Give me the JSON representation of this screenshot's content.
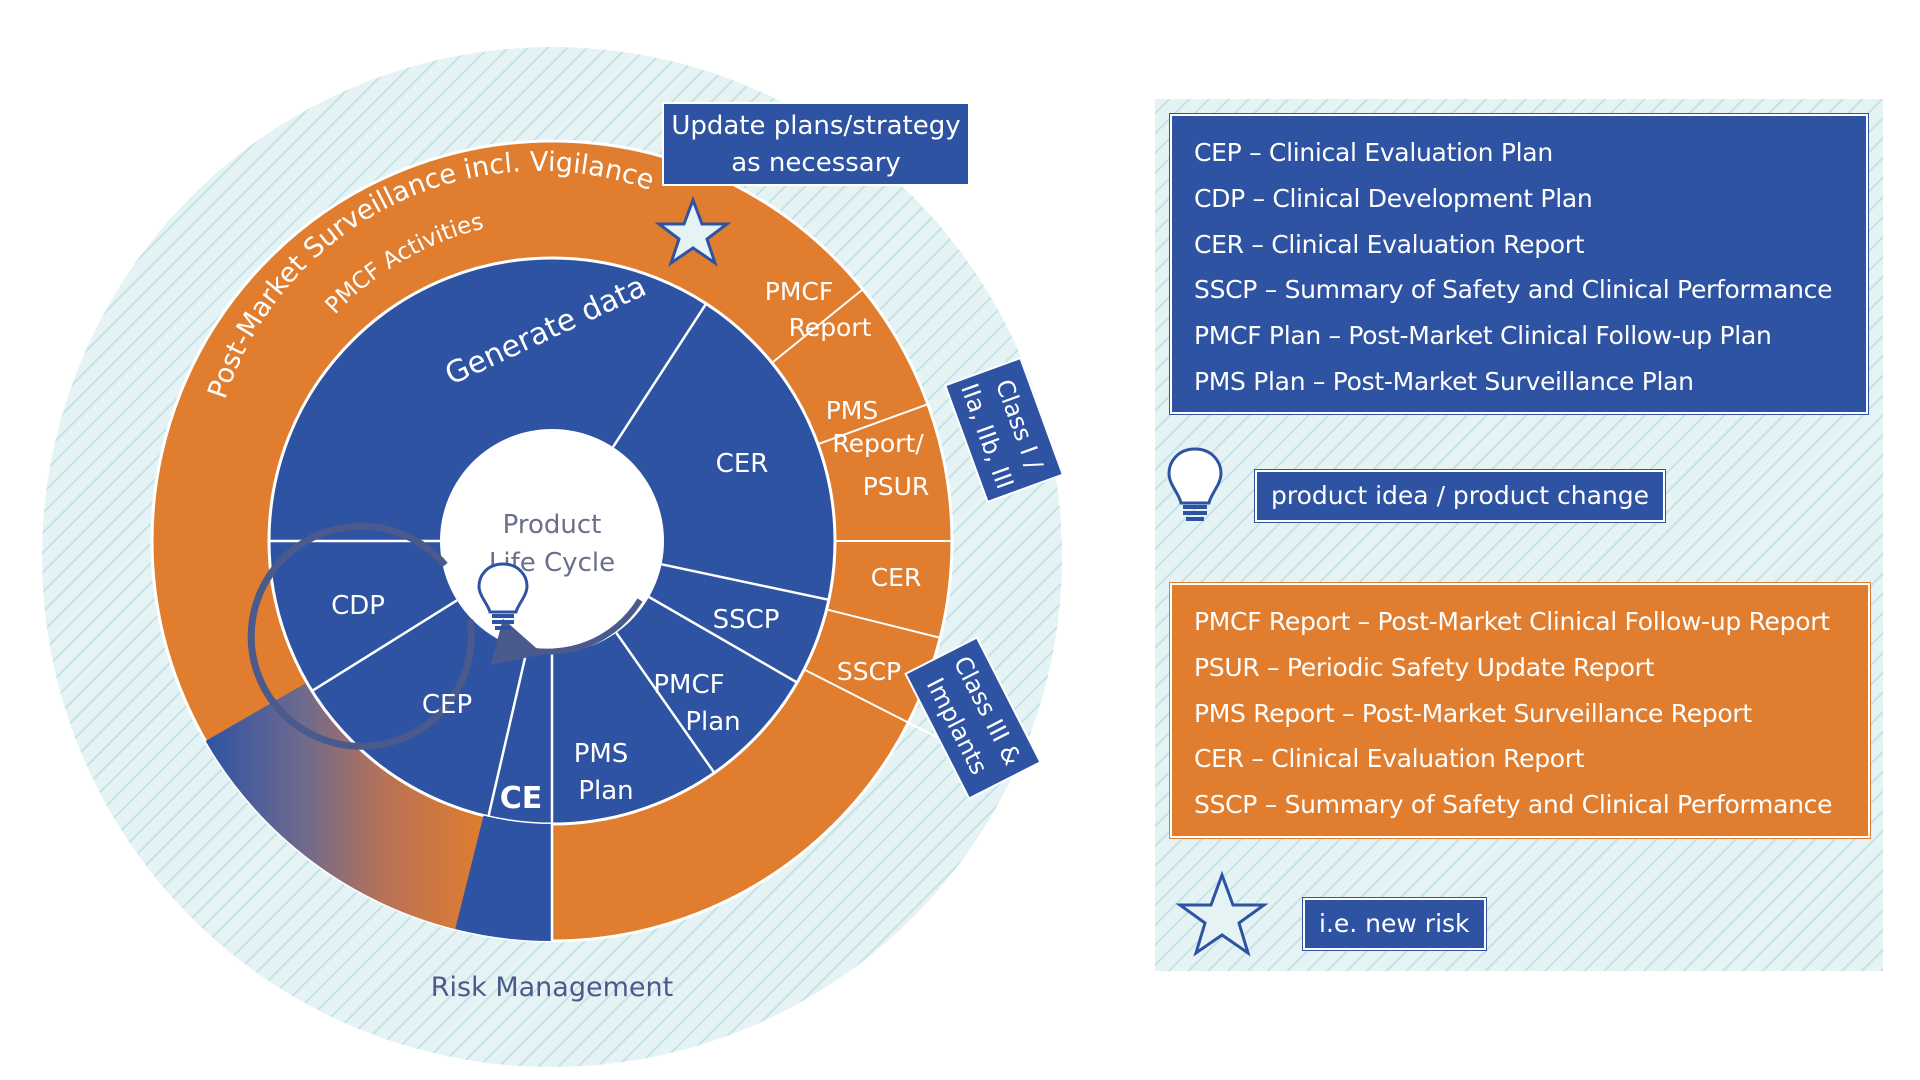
{
  "colors": {
    "blue": "#2e53a3",
    "orange": "#e07d2e",
    "hatch_bg": "#e6f3f4",
    "hatch_line": "#c5e3e6",
    "ring_label": "#4a5a8c",
    "white": "#ffffff"
  },
  "diagram": {
    "center_label_line1": "Product",
    "center_label_line2": "Life Cycle",
    "generate_data": "Generate data",
    "post_market": "Post-Market Surveillance incl. Vigilance",
    "pmcf_activities": "PMCF Activities",
    "risk_management": "Risk Management",
    "ce_mark": "CE",
    "update_plans_line1": "Update plans/strategy",
    "update_plans_line2": "as necessary",
    "inner_segments": {
      "cer": "CER",
      "cdp": "CDP",
      "cep": "CEP",
      "sscp": "SSCP",
      "pmcf_plan_line1": "PMCF",
      "pmcf_plan_line2": "Plan",
      "pms_plan_line1": "PMS",
      "pms_plan_line2": "Plan"
    },
    "outer_segments": {
      "pmcf_report_line1": "PMCF",
      "pmcf_report_line2": "Report",
      "pms_report_line1": "PMS",
      "pms_report_line2": "Report/",
      "pms_report_line3": "PSUR",
      "cer": "CER",
      "sscp": "SSCP"
    },
    "class_labels": {
      "class_1_line1": "Class I /",
      "class_1_line2": "IIa, IIb, III",
      "class_3_line1": "Class III &",
      "class_3_line2": "Implants"
    }
  },
  "legend": {
    "plans": [
      "CEP – Clinical Evaluation Plan",
      "CDP – Clinical Development Plan",
      "CER – Clinical Evaluation Report",
      "SSCP – Summary of Safety and Clinical Performance",
      "PMCF Plan – Post-Market Clinical Follow-up Plan",
      "PMS Plan – Post-Market Surveillance Plan"
    ],
    "idea_label": "product idea / product change",
    "reports": [
      "PMCF Report – Post-Market Clinical Follow-up Report",
      "PSUR – Periodic Safety Update Report",
      "PMS Report – Post-Market Surveillance Report",
      "CER – Clinical Evaluation Report",
      "SSCP – Summary of Safety and Clinical Performance"
    ],
    "risk_label": "i.e. new risk",
    "idea_icon": "lightbulb-icon",
    "risk_icon": "star-icon"
  }
}
